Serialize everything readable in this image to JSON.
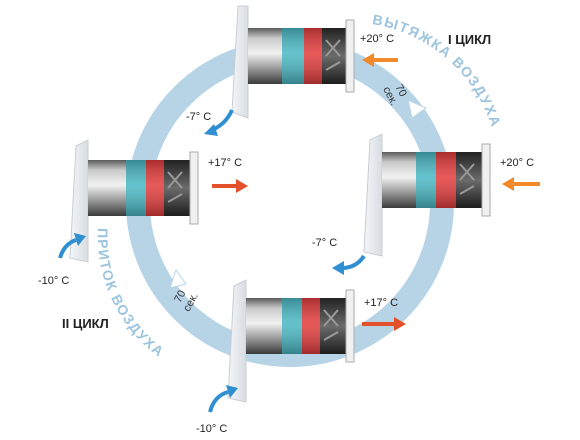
{
  "cycle_labels": {
    "cycle_one": "I ЦИКЛ",
    "cycle_two": "II ЦИКЛ"
  },
  "arc_labels": {
    "exhaust": "ВЫТЯЖКА ВОЗДУХА",
    "supply": "ПРИТОК ВОЗДУХА"
  },
  "timers": {
    "top_right": {
      "value": "70",
      "unit": "сек."
    },
    "bottom_left": {
      "value": "70",
      "unit": "сек."
    }
  },
  "temperatures": {
    "top_out": "+20° C",
    "top_in": "-7° C",
    "left_out": "+17° C",
    "left_in": "-10° C",
    "right_out": "+20° C",
    "right_in": "-7° C",
    "bottom_out": "+17° C",
    "bottom_in": "-10° C"
  },
  "colors": {
    "ring": "#b7d4e7",
    "warm_arrow": "#f08a2a",
    "red_arrow": "#e4502a",
    "cold_arrow": "#2f8fd0",
    "core_teal": "#45b7c4",
    "core_red": "#e43b3b"
  }
}
